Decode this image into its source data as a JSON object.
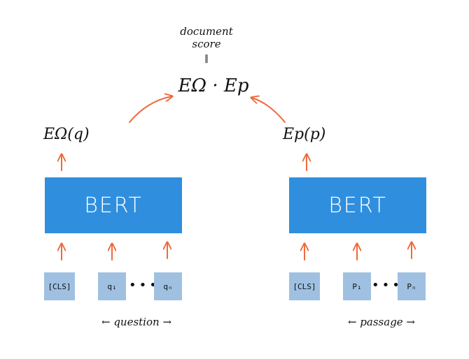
{
  "score_label": {
    "line1": "document",
    "line2": "score",
    "line3": "‖",
    "formula": "EΩ · Ep"
  },
  "left": {
    "embedding": "EΩ(q)",
    "model": "BERT",
    "tokens": [
      "[CLS]",
      "q₁",
      "qₙ"
    ],
    "dots": "•••",
    "caption": "← question →"
  },
  "right": {
    "embedding": "Ep(p)",
    "model": "BERT",
    "tokens": [
      "[CLS]",
      "P₁",
      "Pₙ"
    ],
    "dots": "•••",
    "caption": "← passage →"
  },
  "colors": {
    "bert_box": "#2f8fde",
    "token_box": "#9fc0e1",
    "arrow": "#ee6a3c"
  }
}
